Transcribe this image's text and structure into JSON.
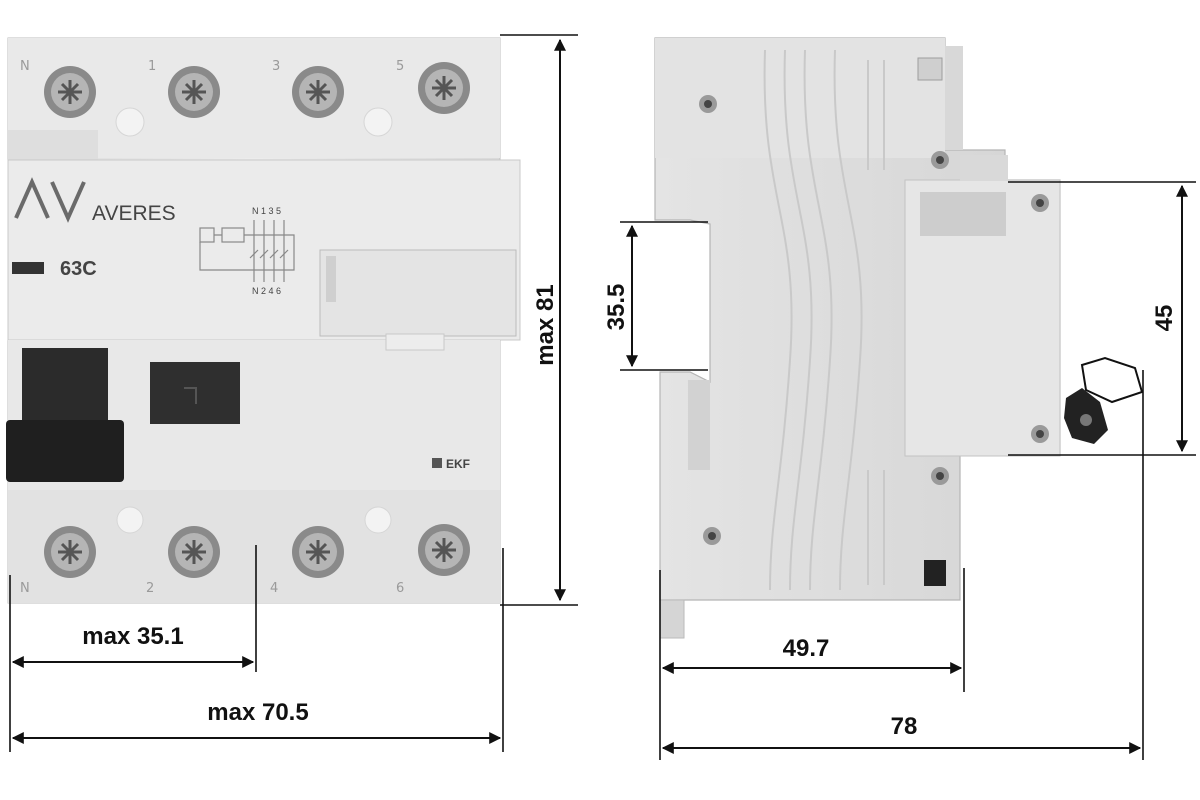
{
  "front_view": {
    "brand_name": "AVERES",
    "rating": "63C",
    "maker_logo": "EKF",
    "schematic_top": "N 1 3 5",
    "schematic_bottom": "N 2 4 6",
    "terminals_top": [
      "N",
      "1",
      "3",
      "5"
    ],
    "terminals_bottom": [
      "N",
      "2",
      "4",
      "6"
    ],
    "handle_icon": "toggle-lever-icon",
    "test_button_icon": "test-button-icon"
  },
  "dimensions": {
    "height": "max 81",
    "half_width": "max 35.1",
    "width": "max 70.5",
    "din_slot": "35.5",
    "front_height": "45",
    "depth_to_front": "49.7",
    "depth_total": "78"
  },
  "colors": {
    "device_body": "#e6e6e6",
    "device_shadow": "#c9c9c9",
    "handle": "#222222",
    "dimension_line": "#111111"
  }
}
